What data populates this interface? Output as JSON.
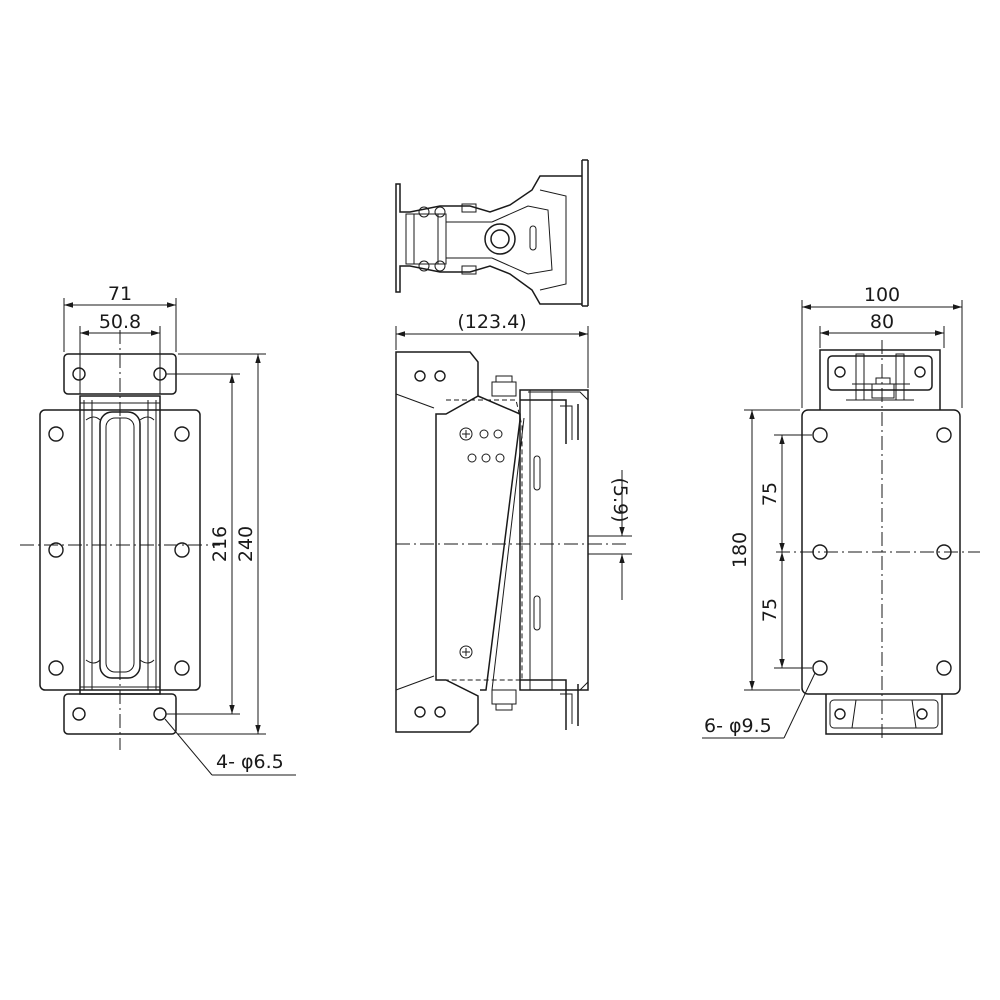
{
  "front_view": {
    "dim_width_outer": "71",
    "dim_width_inner": "50.8",
    "dim_height_inner": "216",
    "dim_height_outer": "240",
    "hole_callout": "4- φ6.5"
  },
  "side_view": {
    "dim_length": "(123.4)",
    "dim_offset": "(5.9)"
  },
  "right_view": {
    "dim_width_outer": "100",
    "dim_width_inner": "80",
    "dim_height": "180",
    "dim_pitch_upper": "75",
    "dim_pitch_lower": "75",
    "hole_callout": "6- φ9.5"
  }
}
